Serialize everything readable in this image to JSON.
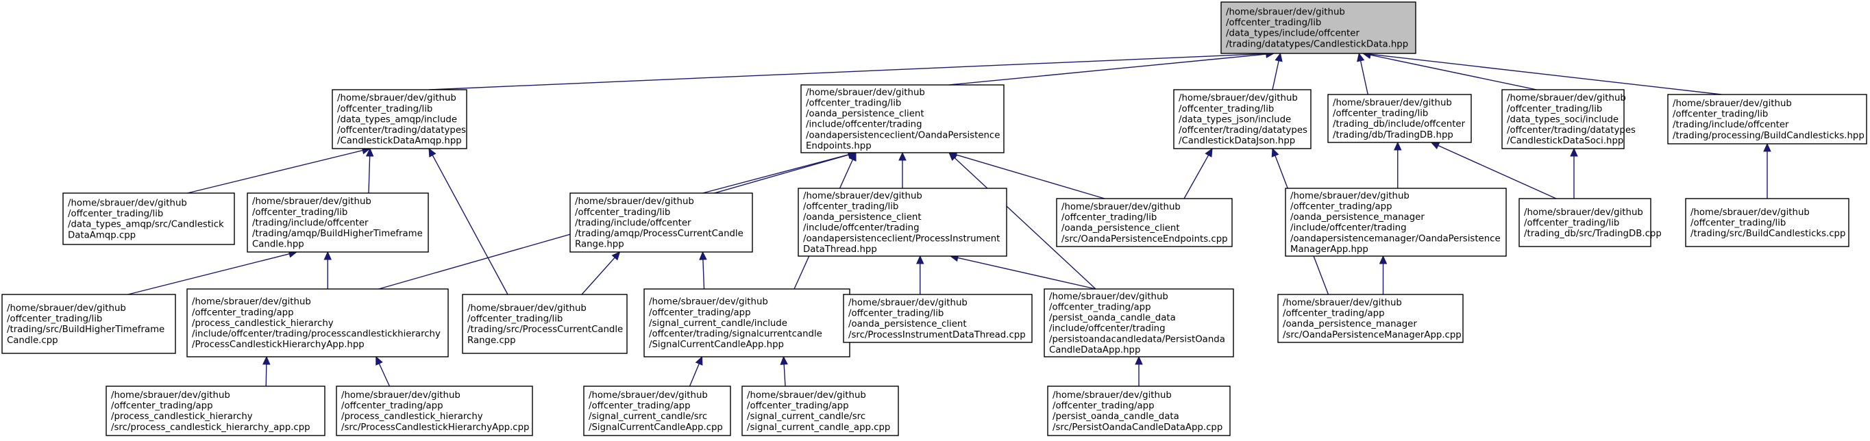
{
  "nodes": [
    {
      "id": "n0",
      "root": true,
      "lines": [
        "/home/sbrauer/dev/github",
        "/offcenter_trading/lib",
        "/data_types/include/offcenter",
        "/trading/datatypes/CandlestickData.hpp"
      ]
    },
    {
      "id": "n1",
      "lines": [
        "/home/sbrauer/dev/github",
        "/offcenter_trading/lib",
        "/data_types_amqp/include",
        "/offcenter/trading/datatypes",
        "/CandlestickDataAmqp.hpp"
      ]
    },
    {
      "id": "n2",
      "lines": [
        "/home/sbrauer/dev/github",
        "/offcenter_trading/lib",
        "/oanda_persistence_client",
        "/include/offcenter/trading",
        "/oandapersistenceclient/OandaPersistence",
        "Endpoints.hpp"
      ]
    },
    {
      "id": "n3",
      "lines": [
        "/home/sbrauer/dev/github",
        "/offcenter_trading/lib",
        "/data_types_json/include",
        "/offcenter/trading/datatypes",
        "/CandlestickDataJson.hpp"
      ]
    },
    {
      "id": "n4",
      "lines": [
        "/home/sbrauer/dev/github",
        "/offcenter_trading/lib",
        "/trading_db/include/offcenter",
        "/trading/db/TradingDB.hpp"
      ]
    },
    {
      "id": "n5",
      "lines": [
        "/home/sbrauer/dev/github",
        "/offcenter_trading/lib",
        "/data_types_soci/include",
        "/offcenter/trading/datatypes",
        "/CandlestickDataSoci.hpp"
      ]
    },
    {
      "id": "n6",
      "lines": [
        "/home/sbrauer/dev/github",
        "/offcenter_trading/lib",
        "/trading/include/offcenter",
        "/trading/processing/BuildCandlesticks.hpp"
      ]
    },
    {
      "id": "n7",
      "lines": [
        "/home/sbrauer/dev/github",
        "/offcenter_trading/lib",
        "/data_types_amqp/src/Candlestick",
        "DataAmqp.cpp"
      ]
    },
    {
      "id": "n8",
      "lines": [
        "/home/sbrauer/dev/github",
        "/offcenter_trading/lib",
        "/trading/include/offcenter",
        "/trading/amqp/BuildHigherTimeframe",
        "Candle.hpp"
      ]
    },
    {
      "id": "n9",
      "lines": [
        "/home/sbrauer/dev/github",
        "/offcenter_trading/lib",
        "/trading/include/offcenter",
        "/trading/amqp/ProcessCurrentCandle",
        "Range.hpp"
      ]
    },
    {
      "id": "n10",
      "lines": [
        "/home/sbrauer/dev/github",
        "/offcenter_trading/lib",
        "/oanda_persistence_client",
        "/include/offcenter/trading",
        "/oandapersistenceclient/ProcessInstrument",
        "DataThread.hpp"
      ]
    },
    {
      "id": "n11",
      "lines": [
        "/home/sbrauer/dev/github",
        "/offcenter_trading/lib",
        "/oanda_persistence_client",
        "/src/OandaPersistenceEndpoints.cpp"
      ]
    },
    {
      "id": "n12",
      "lines": [
        "/home/sbrauer/dev/github",
        "/offcenter_trading/app",
        "/oanda_persistence_manager",
        "/include/offcenter/trading",
        "/oandapersistencemanager/OandaPersistence",
        "ManagerApp.hpp"
      ]
    },
    {
      "id": "n13",
      "lines": [
        "/home/sbrauer/dev/github",
        "/offcenter_trading/lib",
        "/trading_db/src/TradingDB.cpp"
      ]
    },
    {
      "id": "n14",
      "lines": [
        "/home/sbrauer/dev/github",
        "/offcenter_trading/lib",
        "/trading/src/BuildCandlesticks.cpp"
      ]
    },
    {
      "id": "n15",
      "lines": [
        "/home/sbrauer/dev/github",
        "/offcenter_trading/lib",
        "/trading/src/BuildHigherTimeframe",
        "Candle.cpp"
      ]
    },
    {
      "id": "n16",
      "lines": [
        "/home/sbrauer/dev/github",
        "/offcenter_trading/app",
        "/process_candlestick_hierarchy",
        "/include/offcenter/trading/processcandlestickhierarchy",
        "/ProcessCandlestickHierarchyApp.hpp"
      ]
    },
    {
      "id": "n17",
      "lines": [
        "/home/sbrauer/dev/github",
        "/offcenter_trading/lib",
        "/trading/src/ProcessCurrentCandle",
        "Range.cpp"
      ]
    },
    {
      "id": "n18",
      "lines": [
        "/home/sbrauer/dev/github",
        "/offcenter_trading/app",
        "/signal_current_candle/include",
        "/offcenter/trading/signalcurrentcandle",
        "/SignalCurrentCandleApp.hpp"
      ]
    },
    {
      "id": "n19",
      "lines": [
        "/home/sbrauer/dev/github",
        "/offcenter_trading/lib",
        "/oanda_persistence_client",
        "/src/ProcessInstrumentDataThread.cpp"
      ]
    },
    {
      "id": "n20",
      "lines": [
        "/home/sbrauer/dev/github",
        "/offcenter_trading/app",
        "/persist_oanda_candle_data",
        "/include/offcenter/trading",
        "/persistoandacandledata/PersistOanda",
        "CandleDataApp.hpp"
      ]
    },
    {
      "id": "n21",
      "lines": [
        "/home/sbrauer/dev/github",
        "/offcenter_trading/app",
        "/oanda_persistence_manager",
        "/src/OandaPersistenceManagerApp.cpp"
      ]
    },
    {
      "id": "n22",
      "lines": [
        "/home/sbrauer/dev/github",
        "/offcenter_trading/app",
        "/process_candlestick_hierarchy",
        "/src/process_candlestick_hierarchy_app.cpp"
      ]
    },
    {
      "id": "n23",
      "lines": [
        "/home/sbrauer/dev/github",
        "/offcenter_trading/app",
        "/process_candlestick_hierarchy",
        "/src/ProcessCandlestickHierarchyApp.cpp"
      ]
    },
    {
      "id": "n24",
      "lines": [
        "/home/sbrauer/dev/github",
        "/offcenter_trading/app",
        "/signal_current_candle/src",
        "/SignalCurrentCandleApp.cpp"
      ]
    },
    {
      "id": "n25",
      "lines": [
        "/home/sbrauer/dev/github",
        "/offcenter_trading/app",
        "/signal_current_candle/src",
        "/signal_current_candle_app.cpp"
      ]
    },
    {
      "id": "n26",
      "lines": [
        "/home/sbrauer/dev/github",
        "/offcenter_trading/app",
        "/persist_oanda_candle_data",
        "/src/PersistOandaCandleDataApp.cpp"
      ]
    }
  ],
  "edges": [
    {
      "from": "n1",
      "to": "n0"
    },
    {
      "from": "n2",
      "to": "n0"
    },
    {
      "from": "n3",
      "to": "n0"
    },
    {
      "from": "n4",
      "to": "n0"
    },
    {
      "from": "n5",
      "to": "n0"
    },
    {
      "from": "n6",
      "to": "n0"
    },
    {
      "from": "n7",
      "to": "n1"
    },
    {
      "from": "n8",
      "to": "n1"
    },
    {
      "from": "n17",
      "to": "n1"
    },
    {
      "from": "n9",
      "to": "n2"
    },
    {
      "from": "n10",
      "to": "n2"
    },
    {
      "from": "n11",
      "to": "n2"
    },
    {
      "from": "n16",
      "to": "n2"
    },
    {
      "from": "n18",
      "to": "n2"
    },
    {
      "from": "n20",
      "to": "n2"
    },
    {
      "from": "n11",
      "to": "n3"
    },
    {
      "from": "n21",
      "to": "n3"
    },
    {
      "from": "n12",
      "to": "n4"
    },
    {
      "from": "n13",
      "to": "n4"
    },
    {
      "from": "n13",
      "to": "n5"
    },
    {
      "from": "n14",
      "to": "n6"
    },
    {
      "from": "n15",
      "to": "n8"
    },
    {
      "from": "n16",
      "to": "n8"
    },
    {
      "from": "n17",
      "to": "n9"
    },
    {
      "from": "n18",
      "to": "n9"
    },
    {
      "from": "n19",
      "to": "n10"
    },
    {
      "from": "n20",
      "to": "n10"
    },
    {
      "from": "n21",
      "to": "n12"
    },
    {
      "from": "n22",
      "to": "n16"
    },
    {
      "from": "n23",
      "to": "n16"
    },
    {
      "from": "n24",
      "to": "n18"
    },
    {
      "from": "n25",
      "to": "n18"
    },
    {
      "from": "n26",
      "to": "n20"
    }
  ]
}
